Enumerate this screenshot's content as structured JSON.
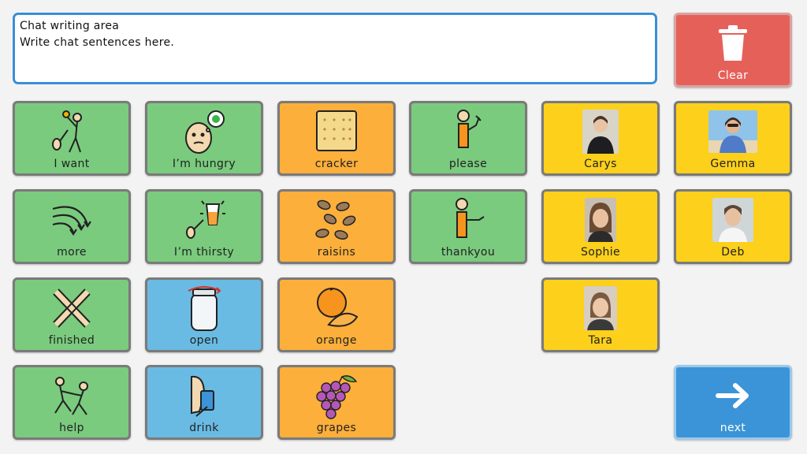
{
  "chat": {
    "title": "Chat writing area",
    "hint": "Write chat sentences here."
  },
  "tiles": {
    "clear": "Clear",
    "i_want": "I want",
    "im_hungry": "I’m hungry",
    "cracker": "cracker",
    "please": "please",
    "carys": "Carys",
    "gemma": "Gemma",
    "more": "more",
    "im_thirsty": "I’m thirsty",
    "raisins": "raisins",
    "thankyou": "thankyou",
    "sophie": "Sophie",
    "deb": "Deb",
    "finished": "finished",
    "open": "open",
    "orange": "orange",
    "tara": "Tara",
    "help": "help",
    "drink": "drink",
    "grapes": "grapes",
    "next": "next"
  },
  "colors": {
    "green": "#7acb7e",
    "orange": "#fcaf3a",
    "blue": "#69bbe3",
    "yellow": "#fcd01b",
    "red": "#e6605a",
    "navy": "#3b94d7",
    "accent_border": "#3a8fd6"
  },
  "icons": {
    "clear": "trash-can-icon",
    "next": "arrow-right-icon"
  }
}
